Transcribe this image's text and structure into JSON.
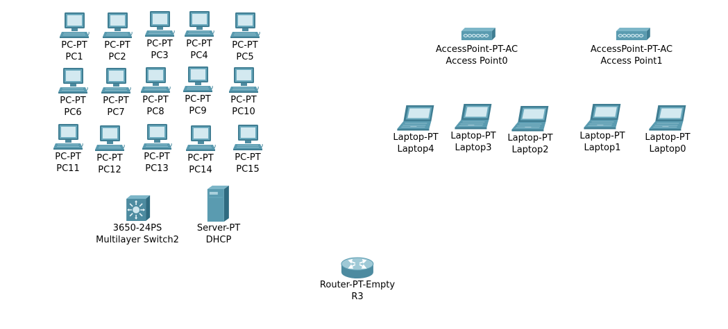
{
  "nodes": {
    "pc1": {
      "model": "PC-PT",
      "name": "PC1"
    },
    "pc2": {
      "model": "PC-PT",
      "name": "PC2"
    },
    "pc3": {
      "model": "PC-PT",
      "name": "PC3"
    },
    "pc4": {
      "model": "PC-PT",
      "name": "PC4"
    },
    "pc5": {
      "model": "PC-PT",
      "name": "PC5"
    },
    "pc6": {
      "model": "PC-PT",
      "name": "PC6"
    },
    "pc7": {
      "model": "PC-PT",
      "name": "PC7"
    },
    "pc8": {
      "model": "PC-PT",
      "name": "PC8"
    },
    "pc9": {
      "model": "PC-PT",
      "name": "PC9"
    },
    "pc10": {
      "model": "PC-PT",
      "name": "PC10"
    },
    "pc11": {
      "model": "PC-PT",
      "name": "PC11"
    },
    "pc12": {
      "model": "PC-PT",
      "name": "PC12"
    },
    "pc13": {
      "model": "PC-PT",
      "name": "PC13"
    },
    "pc14": {
      "model": "PC-PT",
      "name": "PC14"
    },
    "pc15": {
      "model": "PC-PT",
      "name": "PC15"
    },
    "ap0": {
      "model": "AccessPoint-PT-AC",
      "name": "Access Point0"
    },
    "ap1": {
      "model": "AccessPoint-PT-AC",
      "name": "Access Point1"
    },
    "laptop4": {
      "model": "Laptop-PT",
      "name": "Laptop4"
    },
    "laptop3": {
      "model": "Laptop-PT",
      "name": "Laptop3"
    },
    "laptop2": {
      "model": "Laptop-PT",
      "name": "Laptop2"
    },
    "laptop1": {
      "model": "Laptop-PT",
      "name": "Laptop1"
    },
    "laptop0": {
      "model": "Laptop-PT",
      "name": "Laptop0"
    },
    "mls2": {
      "model": "3650-24PS",
      "name": "Multilayer Switch2"
    },
    "dhcp": {
      "model": "Server-PT",
      "name": "DHCP"
    },
    "r3": {
      "model": "Router-PT-Empty",
      "name": "R3"
    }
  },
  "colors": {
    "device_teal": "#5a9bb0",
    "device_dark": "#3f7d92",
    "screen": "#cfe6ee"
  }
}
